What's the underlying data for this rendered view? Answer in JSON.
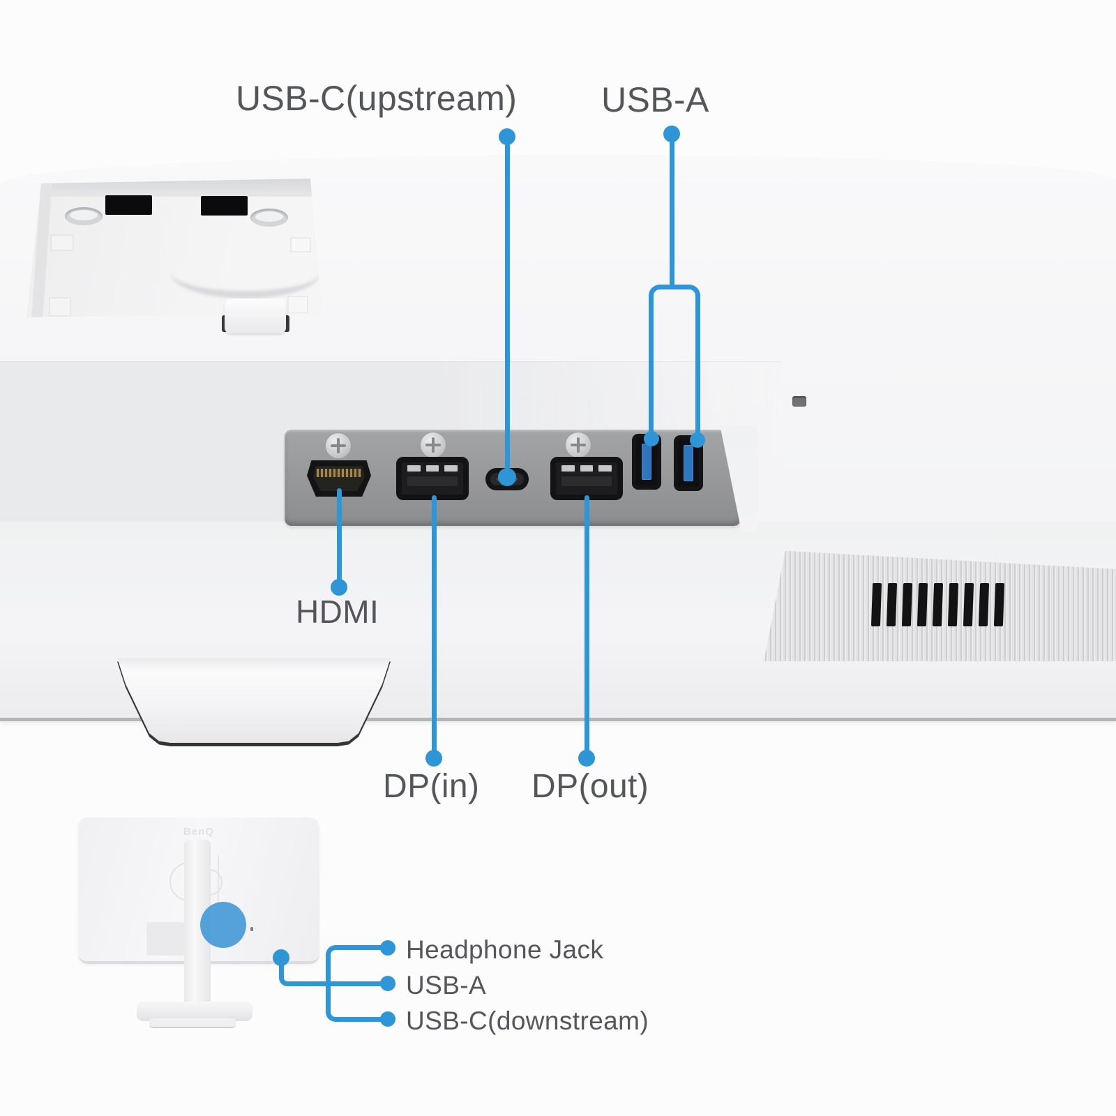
{
  "labels": {
    "usb_c_upstream": "USB-C(upstream)",
    "usb_a_top": "USB-A",
    "hdmi": "HDMI",
    "dp_in": "DP(in)",
    "dp_out": "DP(out)",
    "headphone_jack": "Headphone Jack",
    "usb_a_side": "USB-A",
    "usb_c_downstream": "USB-C(downstream)"
  },
  "brand_mark": "BenQ",
  "colors": {
    "accent_blue": "#2E95D7",
    "label_text": "#54565A",
    "usb_tongue_blue": "#2F76BE",
    "panel_gray": "#98999B"
  },
  "speaker": {
    "slat_count": 9
  }
}
